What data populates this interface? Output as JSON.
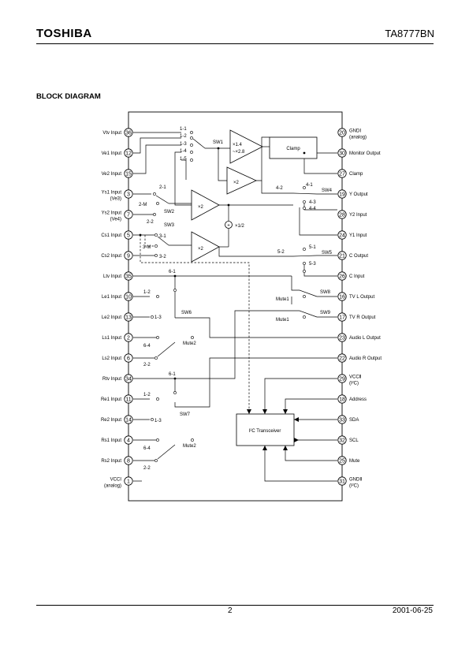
{
  "header": {
    "brand": "TOSHIBA",
    "part_number": "TA8777BN"
  },
  "section_title": "BLOCK DIAGRAM",
  "footer": {
    "page": "2",
    "date": "2001-06-25"
  },
  "left_pins": [
    {
      "num": "36",
      "label": "Vtv Input"
    },
    {
      "num": "12",
      "label": "Ve1 Input"
    },
    {
      "num": "15",
      "label": "Ve2 Input"
    },
    {
      "num": "3",
      "label": "Ys1 Input",
      "sub": "(Ve3)"
    },
    {
      "num": "7",
      "label": "Ys2 Input",
      "sub": "(Ve4)"
    },
    {
      "num": "5",
      "label": "Cs1 Input"
    },
    {
      "num": "9",
      "label": "Cs2 Input"
    },
    {
      "num": "35",
      "label": "Ltv Input"
    },
    {
      "num": "10",
      "label": "Le1 Input"
    },
    {
      "num": "13",
      "label": "Le2 Input"
    },
    {
      "num": "2",
      "label": "Ls1 Input"
    },
    {
      "num": "6",
      "label": "Ls2 Input"
    },
    {
      "num": "34",
      "label": "Rtv Input"
    },
    {
      "num": "11",
      "label": "Re1 Input"
    },
    {
      "num": "14",
      "label": "Re2 Input"
    },
    {
      "num": "4",
      "label": "Rs1 Input"
    },
    {
      "num": "8",
      "label": "Rs2 Input"
    },
    {
      "num": "1",
      "label": "VCCⅠ",
      "sub": "(analog)"
    }
  ],
  "right_pins": [
    {
      "num": "20",
      "label": "GNDⅠ",
      "sub": "(analog)"
    },
    {
      "num": "30",
      "label": "Monitor Output"
    },
    {
      "num": "27",
      "label": "Clamp"
    },
    {
      "num": "19",
      "label": "Y Output"
    },
    {
      "num": "28",
      "label": "Y2 Input"
    },
    {
      "num": "24",
      "label": "Y1 Input"
    },
    {
      "num": "21",
      "label": "C Output"
    },
    {
      "num": "26",
      "label": "C Input"
    },
    {
      "num": "16",
      "label": "TV L Output"
    },
    {
      "num": "17",
      "label": "TV R Output"
    },
    {
      "num": "23",
      "label": "Audio L Output"
    },
    {
      "num": "22",
      "label": "Audio R Output"
    },
    {
      "num": "29",
      "label": "VCCⅡ",
      "sub": "(I²C)"
    },
    {
      "num": "18",
      "label": "Address"
    },
    {
      "num": "33",
      "label": "SDA"
    },
    {
      "num": "32",
      "label": "SCL"
    },
    {
      "num": "25",
      "label": "Mute"
    },
    {
      "num": "31",
      "label": "GNDⅡ",
      "sub": "(I²C)"
    }
  ],
  "blocks": {
    "clamp": "Clamp",
    "transceiver": "I²C Transceiver",
    "amp_clamp": "×1.4\n~×2.8",
    "amp_x2": "×2",
    "half": "×1/2",
    "plus": "+"
  },
  "switch_labels": {
    "sw1": "SW1",
    "sw2": "SW2",
    "sw3": "SW3",
    "sw4": "SW4",
    "sw5": "SW5",
    "sw6": "SW6",
    "sw7": "SW7",
    "sw8": "SW8",
    "sw9": "SW9"
  },
  "contact_labels": {
    "c1_1": "1-1",
    "c1_2": "1-2",
    "c1_3": "1-3",
    "c1_4": "1-4",
    "c1_5": "1-5",
    "c2_1": "2-1",
    "c2_m": "2-M",
    "c2_2": "2-2",
    "c3_1": "3-1",
    "c3_m": "3-M",
    "c3_2": "3-2",
    "c4_1": "4-1",
    "c4_2": "4-2",
    "c4_3": "4-3",
    "c4_4": "4-4",
    "c5_1": "5-1",
    "c5_2": "5-2",
    "c5_3": "5-3",
    "c6_1": "6-1",
    "c6_2": "1-2",
    "c6_3": "1-3",
    "c6_4": "6-4",
    "c6_22": "2-2",
    "c7_1": "6-1",
    "c7_2": "1-2",
    "c7_3": "1-3",
    "c7_4": "6-4",
    "c7_22": "2-2",
    "mute1a": "Mute1",
    "mute1b": "Mute1",
    "mute2a": "Mute2",
    "mute2b": "Mute2"
  }
}
